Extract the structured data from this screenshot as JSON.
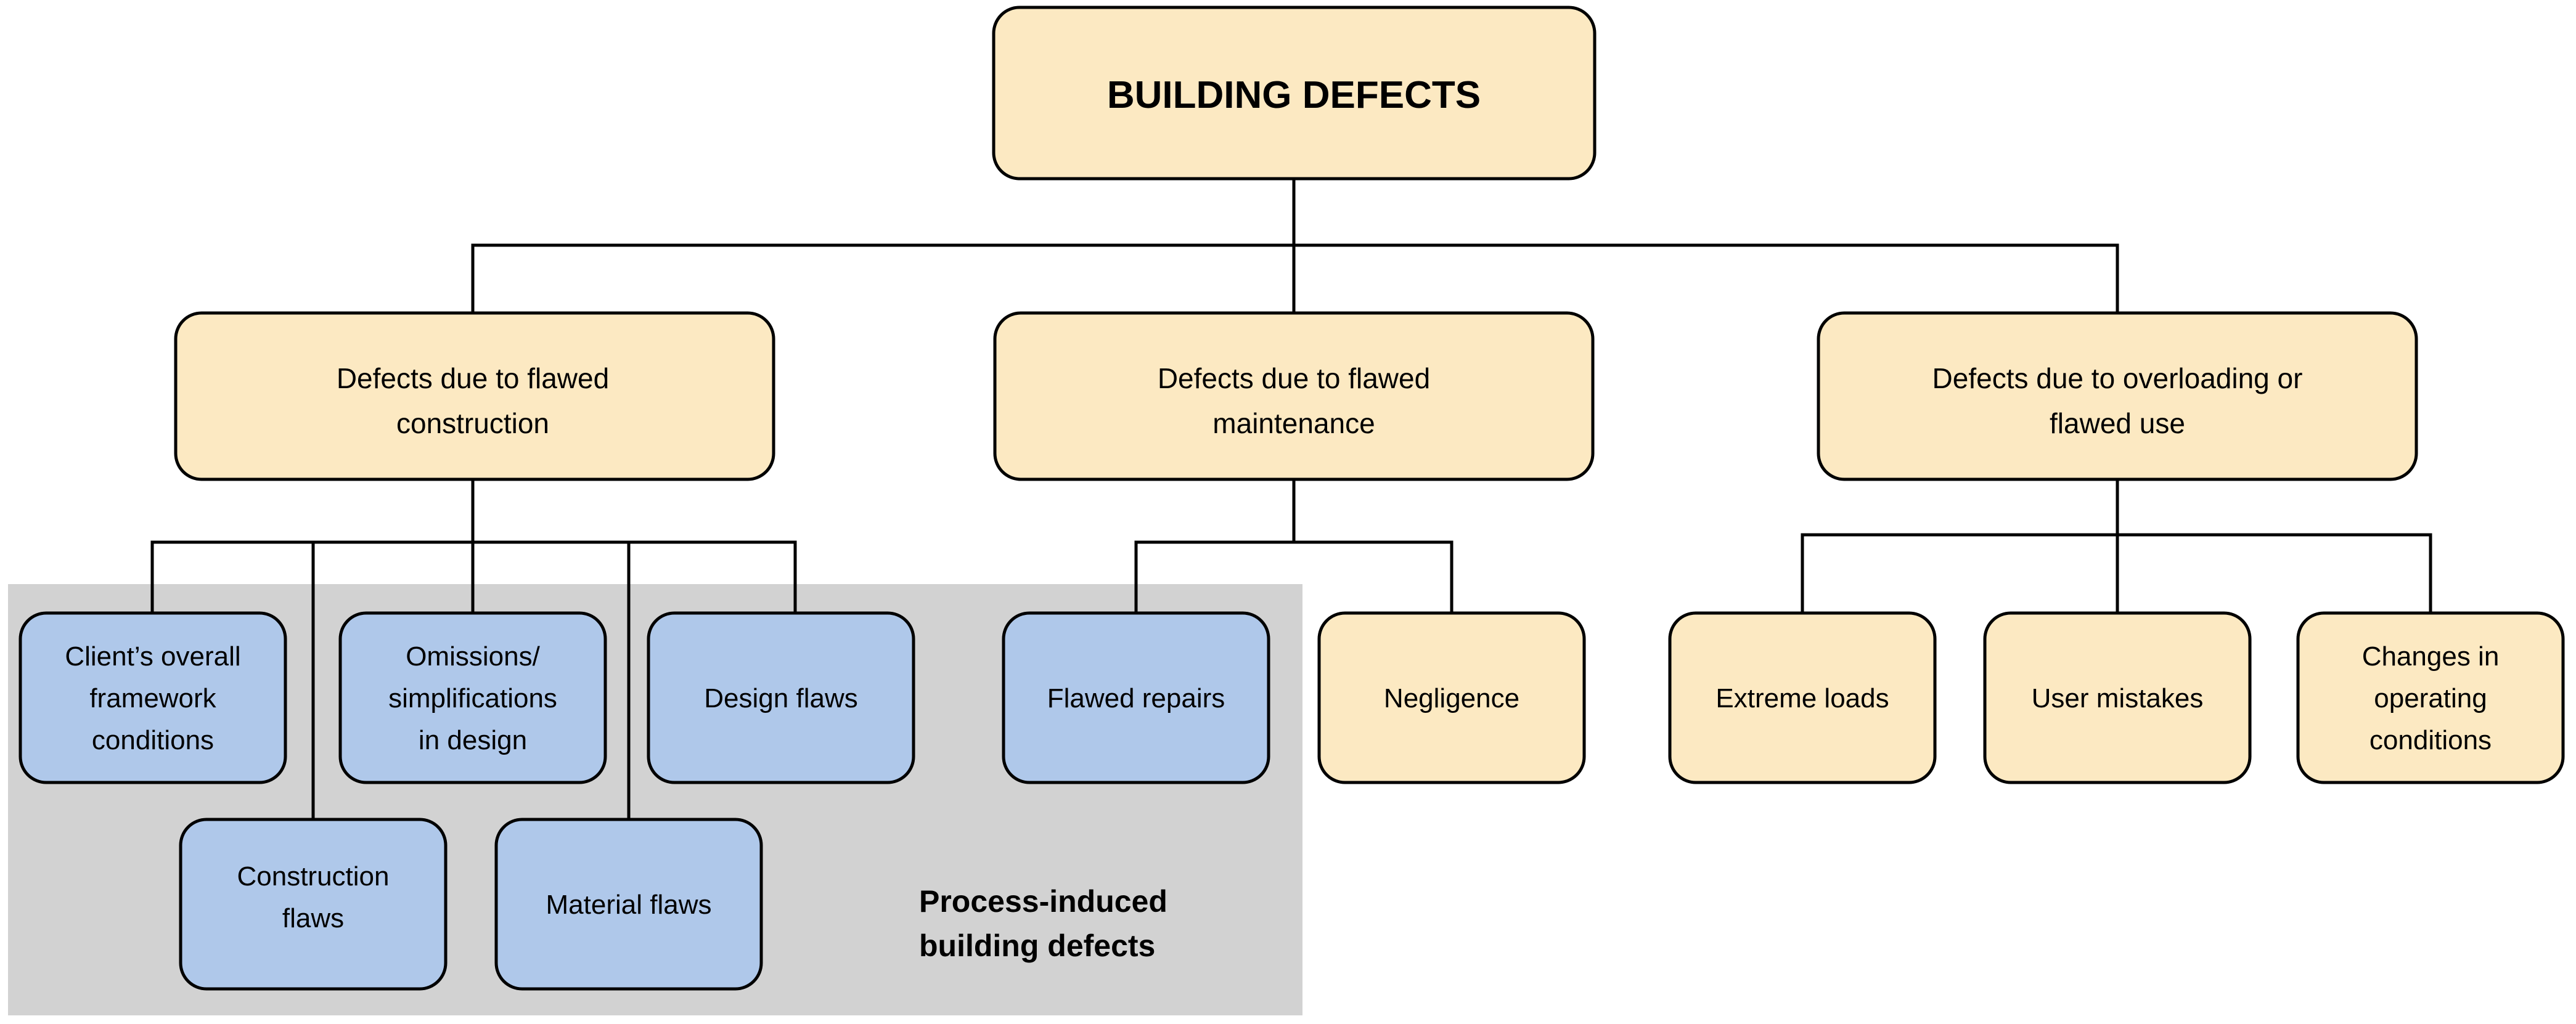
{
  "diagram": {
    "title": "BUILDING DEFECTS",
    "colors": {
      "yellow_fill": "#FCE9C2",
      "blue_fill": "#AFC8EA",
      "panel_fill": "#D2D2D2",
      "stroke": "#000000",
      "background": "#FFFFFF"
    },
    "root": {
      "id": "building-defects",
      "label": "BUILDING DEFECTS",
      "fill": "yellow"
    },
    "branches": [
      {
        "id": "flawed-construction",
        "label": "Defects due to flawed construction",
        "label_line1": "Defects due to flawed",
        "label_line2": "construction",
        "fill": "yellow",
        "children": [
          {
            "id": "client-framework-conditions",
            "label": "Client’s overall framework conditions",
            "lines": [
              "Client’s overall",
              "framework",
              "conditions"
            ],
            "fill": "blue",
            "row": "top"
          },
          {
            "id": "construction-flaws",
            "label": "Construction flaws",
            "lines": [
              "Construction",
              "flaws"
            ],
            "fill": "blue",
            "row": "bottom"
          },
          {
            "id": "omissions-simplifications-in-design",
            "label": "Omissions/ simplifications in design",
            "lines": [
              "Omissions/",
              "simplifications",
              "in design"
            ],
            "fill": "blue",
            "row": "top"
          },
          {
            "id": "material-flaws",
            "label": "Material flaws",
            "lines": [
              "Material flaws"
            ],
            "fill": "blue",
            "row": "bottom"
          },
          {
            "id": "design-flaws",
            "label": "Design flaws",
            "lines": [
              "Design flaws"
            ],
            "fill": "blue",
            "row": "top"
          }
        ]
      },
      {
        "id": "flawed-maintenance",
        "label": "Defects due to flawed maintenance",
        "label_line1": "Defects due to flawed",
        "label_line2": "maintenance",
        "fill": "yellow",
        "children": [
          {
            "id": "flawed-repairs",
            "label": "Flawed repairs",
            "lines": [
              "Flawed repairs"
            ],
            "fill": "blue",
            "row": "top"
          },
          {
            "id": "negligence",
            "label": "Negligence",
            "lines": [
              "Negligence"
            ],
            "fill": "yellow",
            "row": "top"
          }
        ]
      },
      {
        "id": "overloading-flawed-use",
        "label": "Defects due to overloading or flawed use",
        "label_line1": "Defects due to overloading or",
        "label_line2": "flawed use",
        "fill": "yellow",
        "children": [
          {
            "id": "extreme-loads",
            "label": "Extreme loads",
            "lines": [
              "Extreme loads"
            ],
            "fill": "yellow",
            "row": "top"
          },
          {
            "id": "user-mistakes",
            "label": "User mistakes",
            "lines": [
              "User mistakes"
            ],
            "fill": "yellow",
            "row": "top"
          },
          {
            "id": "changes-in-operating-conditions",
            "label": "Changes in operating conditions",
            "lines": [
              "Changes in",
              "operating",
              "conditions"
            ],
            "fill": "yellow",
            "row": "top"
          }
        ]
      }
    ],
    "group_panel": {
      "id": "process-induced-building-defects-panel",
      "caption": "Process-induced building defects",
      "caption_line1": "Process-induced",
      "caption_line2": "building defects"
    }
  }
}
